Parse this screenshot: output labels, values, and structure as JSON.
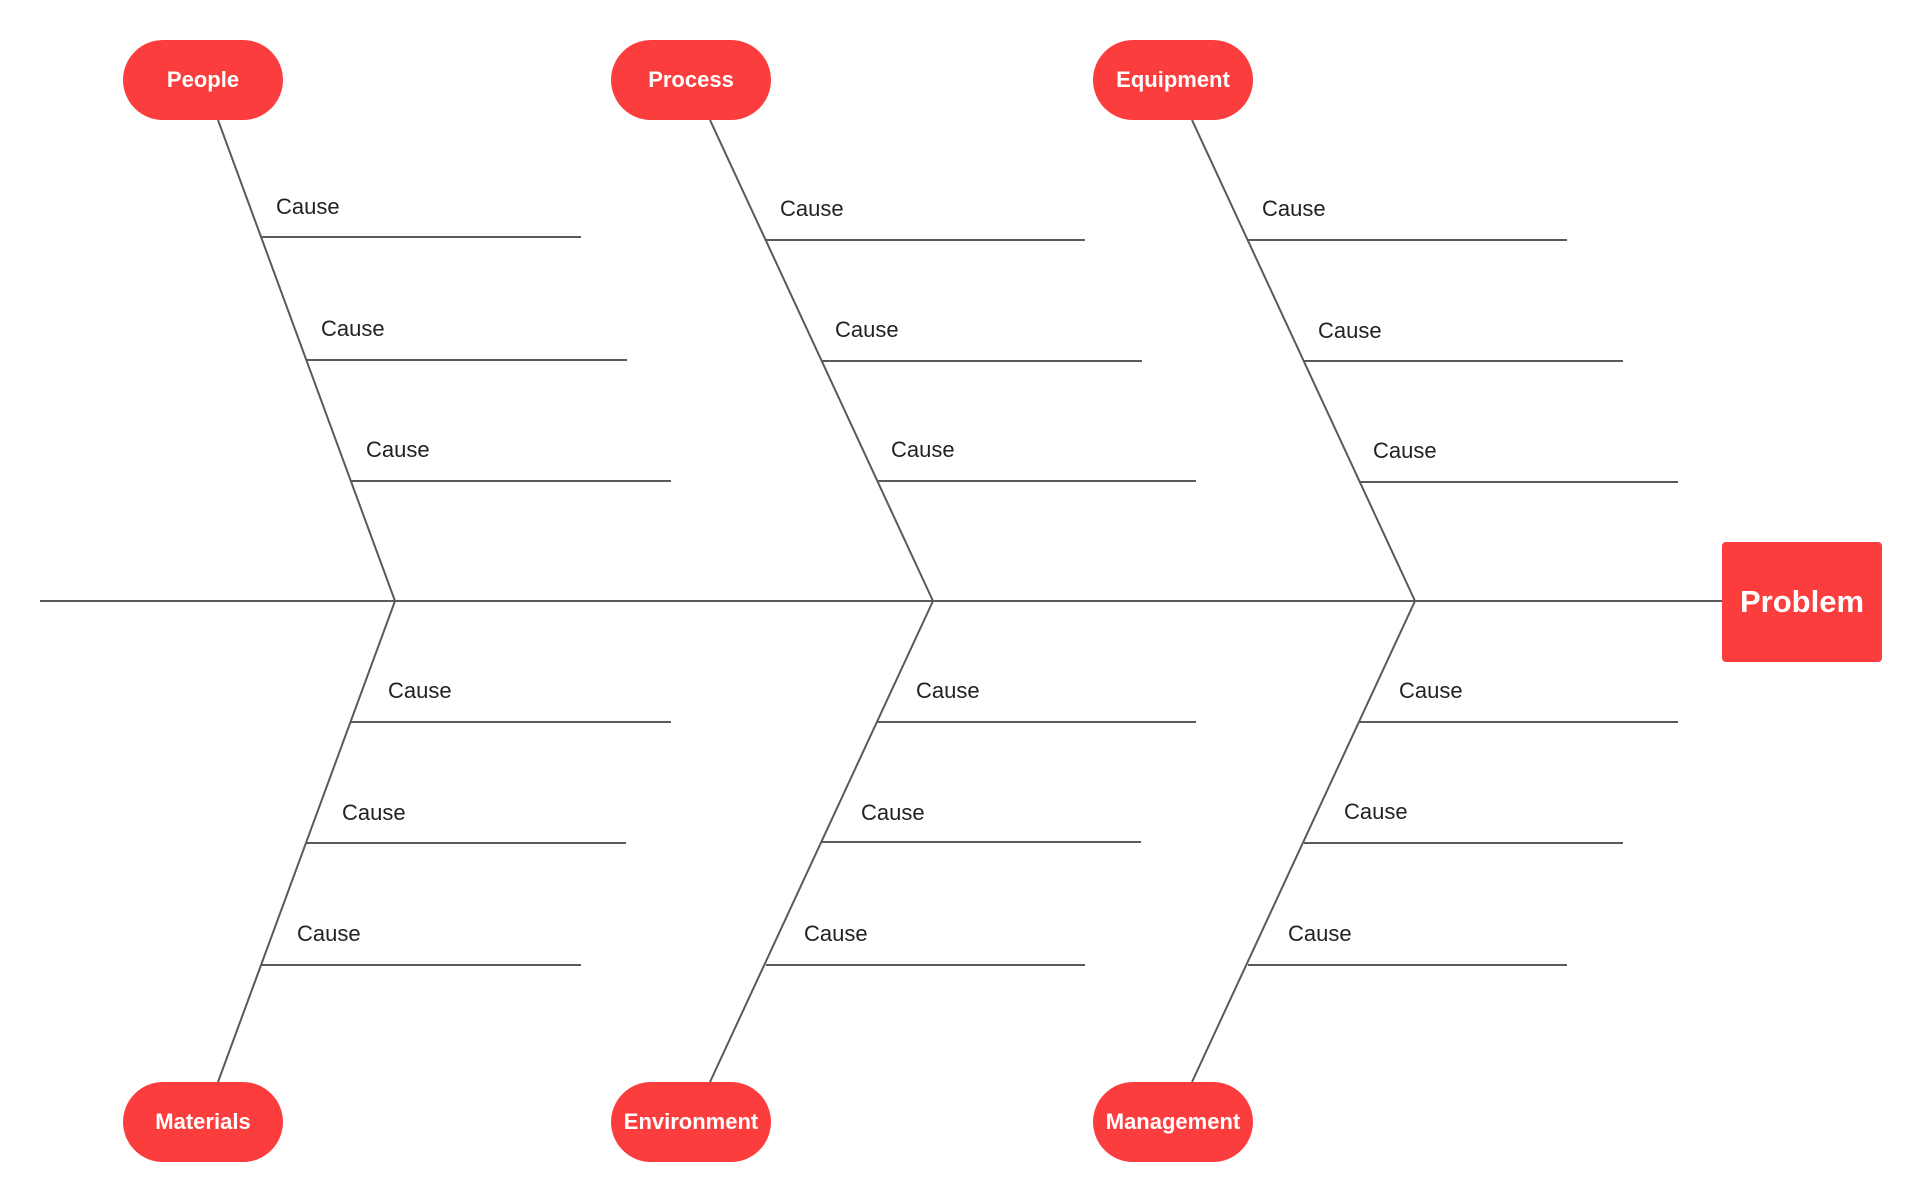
{
  "diagram": {
    "problem": "Problem",
    "categories": {
      "people": "People",
      "process": "Process",
      "equipment": "Equipment",
      "materials": "Materials",
      "environment": "Environment",
      "management": "Management"
    },
    "cause_label": "Cause",
    "colors": {
      "accent": "#fc3d3d",
      "line": "#5a5a5a",
      "text": "#222222"
    }
  }
}
